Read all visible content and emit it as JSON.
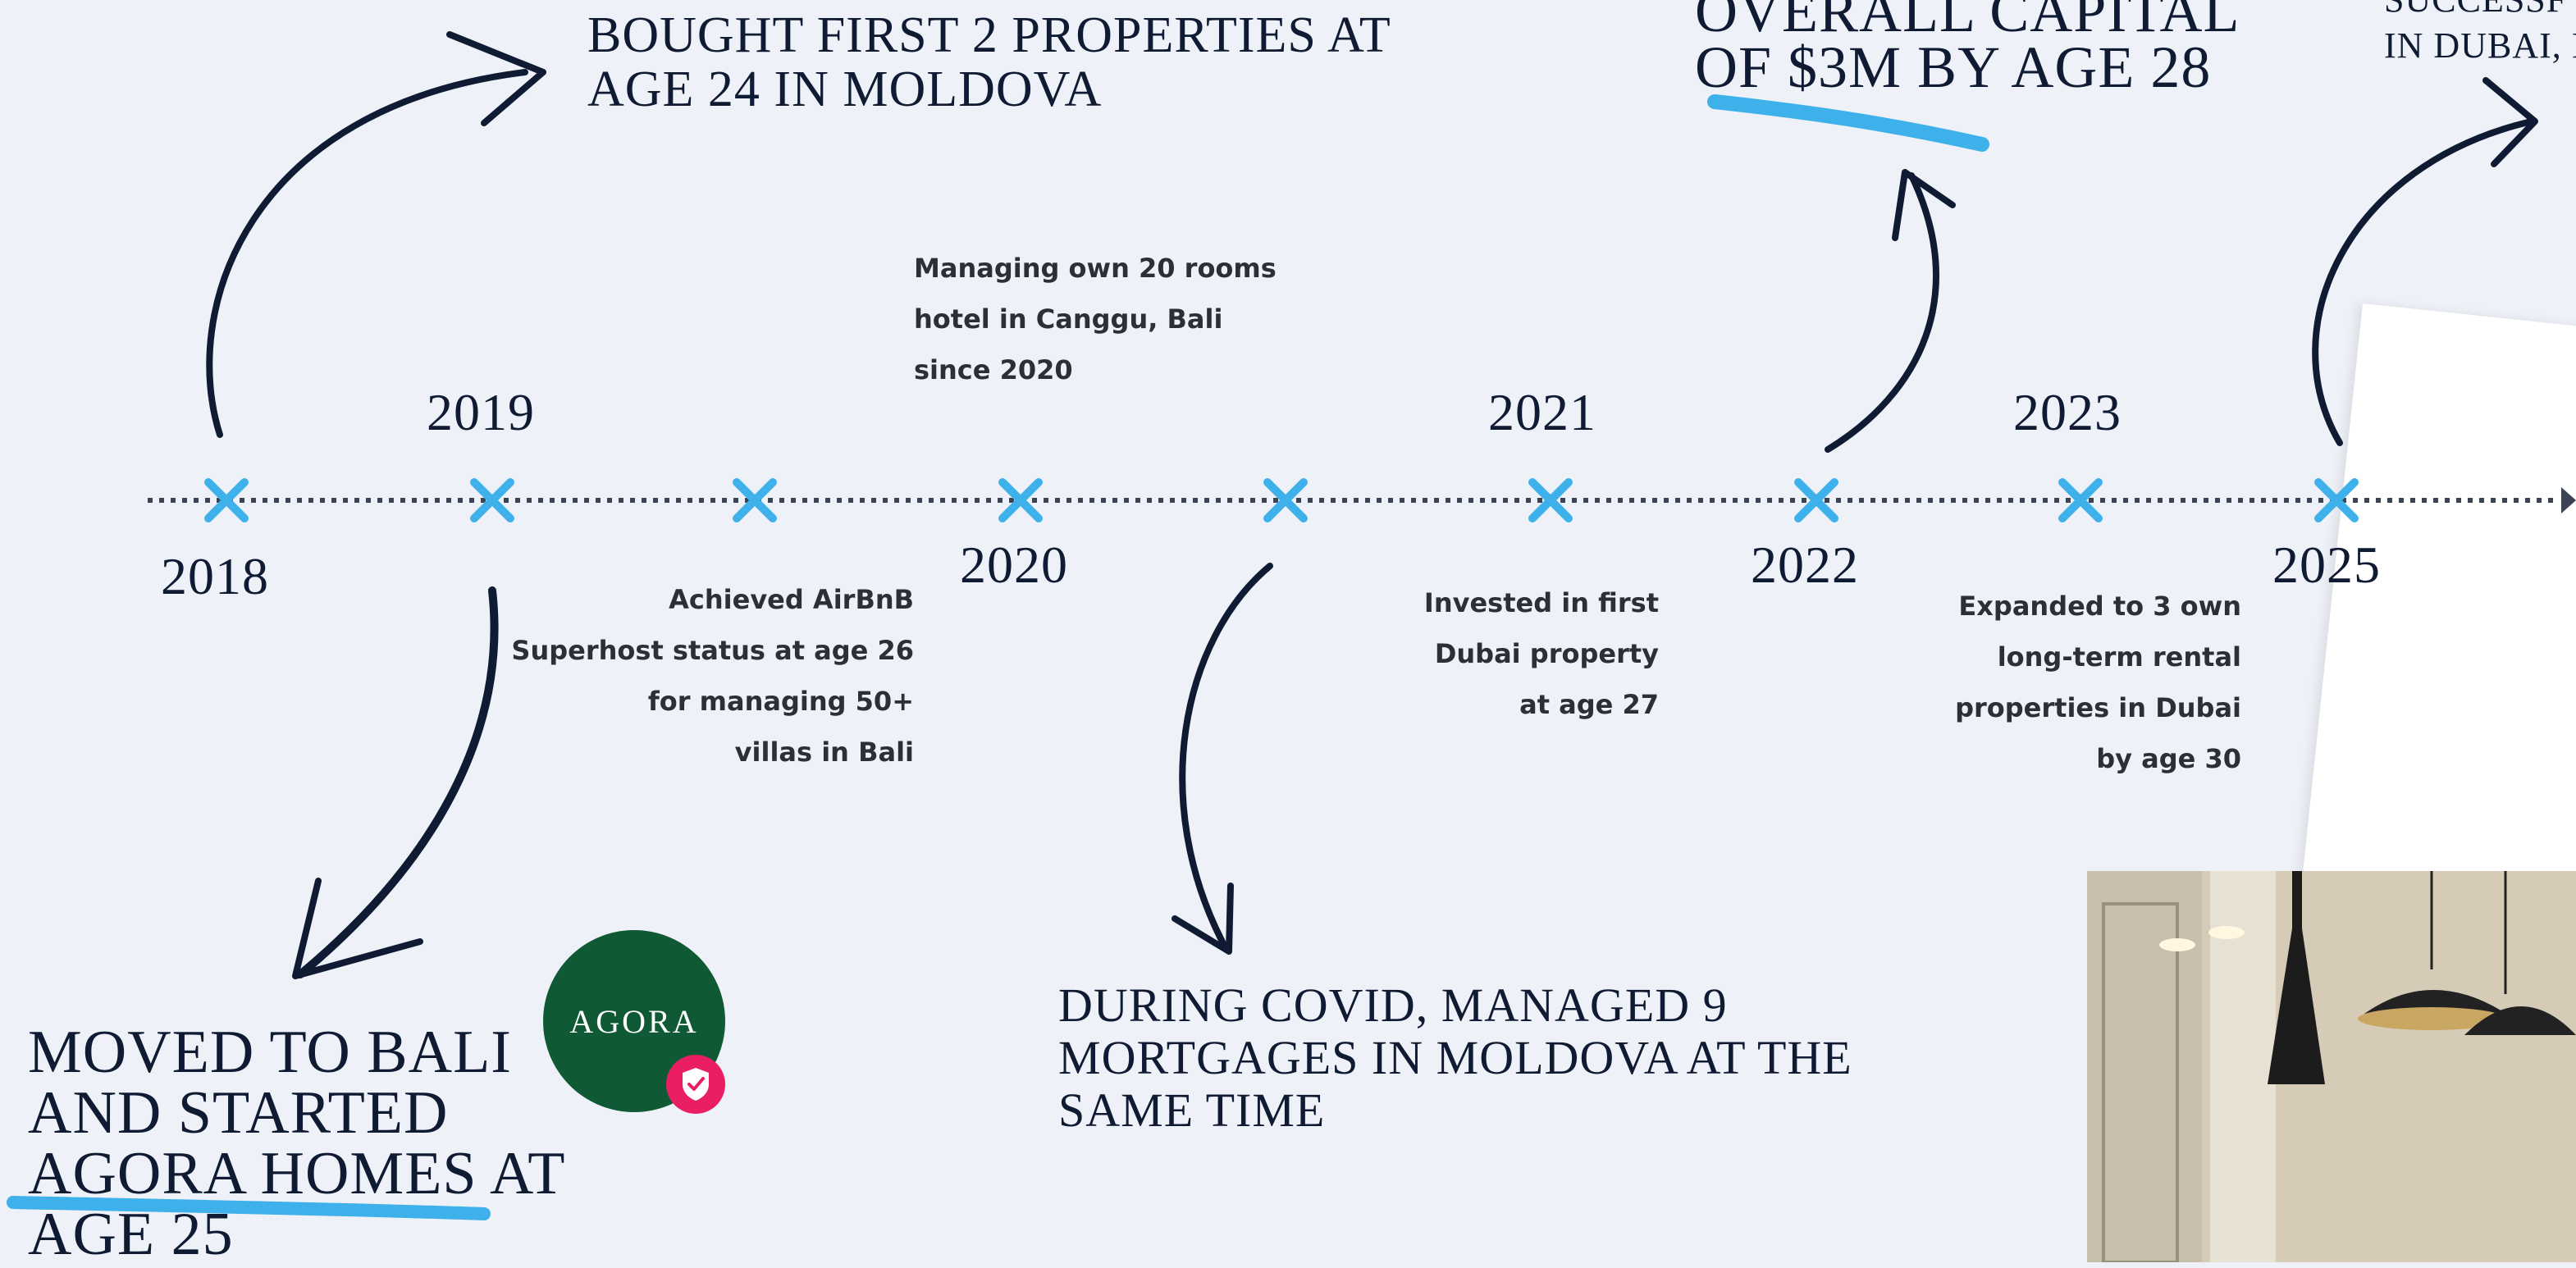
{
  "timeline": {
    "years_above": [
      {
        "label": "2019"
      },
      {
        "label": "2021"
      },
      {
        "label": "2023"
      }
    ],
    "years_below": [
      {
        "label": "2018"
      },
      {
        "label": "2020"
      },
      {
        "label": "2022"
      },
      {
        "label": "2025"
      }
    ],
    "line_color": "#3a4455",
    "marker_color": "#3fb1ea"
  },
  "headlines": {
    "moldova": {
      "lines": [
        "BOUGHT FIRST 2 PROPERTIES AT",
        "AGE 24 IN MOLDOVA"
      ]
    },
    "capital": {
      "lines": [
        "OVERALL CAPITAL",
        "OF $3M BY AGE 28"
      ]
    },
    "dubai_partial": {
      "lines": [
        "SUCCESSF",
        "IN DUBAI, I"
      ]
    },
    "bali": {
      "lines": [
        "MOVED TO BALI",
        "AND STARTED",
        "AGORA HOMES AT",
        "AGE 25"
      ]
    },
    "covid": {
      "lines": [
        "DURING COVID, MANAGED 9",
        "MORTGAGES IN MOLDOVA AT THE",
        "SAME TIME"
      ]
    }
  },
  "notes": {
    "hotel": [
      "Managing own 20 rooms",
      "hotel in Canggu, Bali",
      "since 2020"
    ],
    "superhost": [
      "Achieved AirBnB",
      "Superhost status at age 26",
      "for managing 50+",
      "villas in Bali"
    ],
    "dubai_first": [
      "Invested in first",
      "Dubai property",
      "at age 27"
    ],
    "expanded": [
      "Expanded to 3 own",
      "long-term rental",
      "properties in Dubai",
      "by age 30"
    ]
  },
  "logo": {
    "text": "AGORA",
    "icon": "shield-check-icon",
    "bg": "#0f5a34",
    "badge": "#ea1e63"
  },
  "colors": {
    "ink": "#0f1a33",
    "accent": "#3fb1ea",
    "background": "#eef1f7"
  }
}
